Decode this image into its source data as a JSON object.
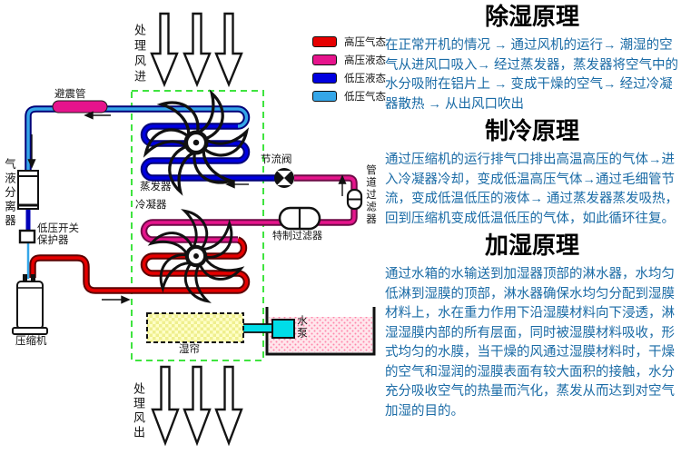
{
  "legend": {
    "items": [
      {
        "label": "高压气态",
        "color": "#e60000"
      },
      {
        "label": "高压液态",
        "color": "#e6148c"
      },
      {
        "label": "低压液态",
        "color": "#0000e0"
      },
      {
        "label": "低压气态",
        "color": "#35a6e8"
      }
    ]
  },
  "airflow": {
    "in_label": "处理风进",
    "out_label": "处理风出"
  },
  "components": {
    "damper": "避震管",
    "separator": "气液分离器",
    "lp_switch_line1": "低压开关",
    "lp_switch_line2": "保护器",
    "compressor": "压缩机",
    "evaporator": "蒸发器",
    "condenser": "冷凝器",
    "throttle_valve": "节流阀",
    "pipe_filter": "管道过滤器",
    "special_filter": "特制过滤器",
    "wet_curtain": "湿帘",
    "water_pump": "水泵"
  },
  "sections": [
    {
      "title": "除湿原理",
      "body": "在正常开机的情况 → 通过风机的运行→ 潮湿的空气从进风口吸入→ 经过蒸发器，蒸发器将空气中的水分吸附在铝片上 → 变成干燥的空气→ 经过冷凝器散热 → 从出风口吹出"
    },
    {
      "title": "制冷原理",
      "body": "通过压缩机的运行排气口排出高温高压的气体→进入冷凝器冷却，变成低温高压气体→通过毛细管节流，变成低温低压的液体→ 通过蒸发器蒸发吸热，回到压缩机变成低温低压的气体，如此循环往复。"
    },
    {
      "title": "加湿原理",
      "body": "通过水箱的水输送到加湿器顶部的淋水器，水均匀低淋到湿膜的顶部，淋水器确保水均匀分配到湿膜材料上，水在重力作用下沿湿膜材料向下浸透，淋湿湿膜内部的所有层面，同时被湿膜材料吸收，形式均匀的水膜，当干燥的风通过湿膜材料时，干燥的空气和湿润的湿膜表面有较大面积的接触，水分充分吸收空气的热量而汽化，蒸发从而达到对空气加湿的目的。"
    }
  ],
  "colors": {
    "dashed_box_green": "#3fe43f",
    "pump_cyan": "#00dde8",
    "curtain_yellow": "#ffffc8",
    "water_pink": "#ffe6ec",
    "body_text_blue": "#1a6ba6"
  }
}
